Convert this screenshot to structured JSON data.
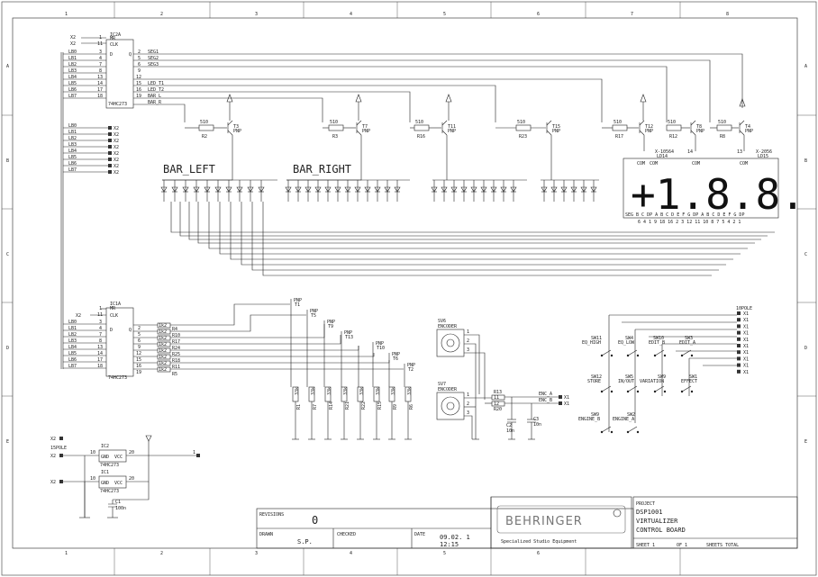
{
  "frame": {
    "cols": [
      "1",
      "2",
      "3",
      "4",
      "5",
      "6",
      "7",
      "8"
    ],
    "rows": [
      "A",
      "B",
      "C",
      "D",
      "E"
    ]
  },
  "ic2a": {
    "ref": "IC2A",
    "part": "74HC273",
    "pins_top": [
      {
        "num": "1",
        "label": "MR"
      },
      {
        "num": "11",
        "label": "CLK"
      }
    ],
    "ports_left": [
      "X2",
      "X2"
    ],
    "inputs": [
      "LB0",
      "LB1",
      "LB2",
      "LB3",
      "LB4",
      "LB5",
      "LB6",
      "LB7"
    ],
    "in_pins": [
      "3",
      "4",
      "7",
      "8",
      "13",
      "14",
      "17",
      "18"
    ],
    "out_pins": [
      "2",
      "5",
      "6",
      "9",
      "12",
      "15",
      "16",
      "19"
    ],
    "outputs": [
      "SEG1",
      "SEG2",
      "SEG3",
      "",
      "LED_T1",
      "LED_T2",
      "BAR_L",
      "BAR_R"
    ],
    "d_label": "D",
    "q_label": "Q"
  },
  "led_bus": {
    "labels": [
      "LB0",
      "LB1",
      "LB2",
      "LB3",
      "LB4",
      "LB5",
      "LB6",
      "LB7"
    ],
    "port": "X2"
  },
  "drivers_top": [
    {
      "r": "R2",
      "rv": "510",
      "t": "T3",
      "tt": "PNP"
    },
    {
      "r": "R3",
      "rv": "510",
      "t": "T7",
      "tt": "PNP"
    },
    {
      "r": "R16",
      "rv": "510",
      "t": "T11",
      "tt": "PNP"
    },
    {
      "r": "R23",
      "rv": "510",
      "t": "T15",
      "tt": "PNP"
    },
    {
      "r": "R17",
      "rv": "510",
      "t": "T12",
      "tt": "PNP"
    },
    {
      "r": "R12",
      "rv": "510",
      "t": "T8",
      "tt": "PNP"
    },
    {
      "r": "R8",
      "rv": "510",
      "t": "T4",
      "tt": "PNP"
    }
  ],
  "bargraph": {
    "left_label": "BAR_LEFT",
    "right_label": "BAR_RIGHT"
  },
  "display": {
    "ref_left": "X-10564",
    "sub_left": "LD14",
    "ref_right": "X-2056",
    "sub_right": "LD15",
    "pins_top": [
      "14",
      "13"
    ],
    "com_labels": [
      "COM",
      "COM",
      "COM",
      "COM"
    ],
    "digits": "+1.8.8.",
    "seg_labels": "SEG B C DP A B C D E F G DP A B C D E F G DP",
    "pin_nums": "6 4 1 9 18 16 2 3 12 11 10 8 7 5 4 2 1"
  },
  "ic1a": {
    "ref": "IC1A",
    "part": "74HC273",
    "pins_top": [
      {
        "num": "1",
        "label": "MR"
      },
      {
        "num": "11",
        "label": "CLK"
      }
    ],
    "port": "X2",
    "inputs": [
      "LB0",
      "LB1",
      "LB2",
      "LB3",
      "LB4",
      "LB5",
      "LB6",
      "LB7"
    ],
    "in_pins": [
      "3",
      "4",
      "7",
      "8",
      "13",
      "14",
      "17",
      "18"
    ],
    "out_pins": [
      "2",
      "5",
      "6",
      "9",
      "12",
      "15",
      "16",
      "19"
    ],
    "res_vals": [
      "1k2",
      "1k2",
      "1k2",
      "1k2",
      "1k2",
      "1k2",
      "1k2",
      "1k2"
    ],
    "res_refs": [
      "R4",
      "R10",
      "R17",
      "R24",
      "R25",
      "R18",
      "R11",
      "R5"
    ],
    "d_label": "D",
    "q_label": "Q"
  },
  "pnp_stack": [
    {
      "t": "T1",
      "tt": "PNP"
    },
    {
      "t": "T5",
      "tt": "PNP"
    },
    {
      "t": "T9",
      "tt": "PNP"
    },
    {
      "t": "T13",
      "tt": "PNP"
    },
    {
      "t": "T10",
      "tt": "PNP"
    },
    {
      "t": "T6",
      "tt": "PNP"
    },
    {
      "t": "T2",
      "tt": "PNP"
    }
  ],
  "pull_res": [
    {
      "val": "33k",
      "ref": "R1"
    },
    {
      "val": "33k",
      "ref": "R7"
    },
    {
      "val": "33k",
      "ref": "R14"
    },
    {
      "val": "33k",
      "ref": "R21"
    },
    {
      "val": "33k",
      "ref": "R22"
    },
    {
      "val": "33k",
      "ref": "R15"
    },
    {
      "val": "33k",
      "ref": "R9"
    },
    {
      "val": "33k",
      "ref": "R6"
    }
  ],
  "encoders": [
    {
      "ref": "SV6",
      "name": "ENCODER",
      "pins": [
        "1",
        "2",
        "3"
      ]
    },
    {
      "ref": "SV7",
      "name": "ENCODER",
      "pins": [
        "1",
        "2",
        "3"
      ]
    }
  ],
  "enc_net": {
    "r_ref": "R13",
    "r_ref2": "R20",
    "c1": "C2",
    "c1v": "10n",
    "c2": "C3",
    "c2v": "10n",
    "pins": [
      "11",
      "12"
    ],
    "sig_a": "ENC_A",
    "sig_b": "ENC_B",
    "port": "X1"
  },
  "switches": [
    {
      "ref": "SW11",
      "name": "EQ_HIGH"
    },
    {
      "ref": "SW4",
      "name": "EQ_LOW"
    },
    {
      "ref": "SW10",
      "name": "EDIT_B"
    },
    {
      "ref": "SW3",
      "name": "EDIT_A"
    },
    {
      "ref": "SW12",
      "name": "STORE"
    },
    {
      "ref": "SW5",
      "name": "IN/OUT"
    },
    {
      "ref": "SW9",
      "name": "VARIATION"
    },
    {
      "ref": "SW1",
      "name": "EFFECT"
    },
    {
      "ref": "SW9",
      "name": "ENGINE_B"
    },
    {
      "ref": "SW2",
      "name": "ENGINE_A"
    }
  ],
  "connector": {
    "ref": "10POLE",
    "pins": [
      "X1",
      "X1",
      "X1",
      "X1",
      "X1",
      "X1",
      "X1",
      "X1",
      "X1",
      "X1"
    ]
  },
  "power": {
    "port_top": "X2",
    "jumper": "15POLE",
    "port_mid": "X2",
    "port_bot": "X2",
    "ic2": {
      "ref": "IC2",
      "part": "74HC273",
      "gnd": "GND",
      "vcc": "VCC",
      "p1": "10",
      "p2": "20"
    },
    "ic1": {
      "ref": "IC1",
      "part": "74HC273",
      "gnd": "GND",
      "vcc": "VCC",
      "p1": "10",
      "p2": "20"
    },
    "cap": {
      "ref": "C1",
      "val": "100n"
    },
    "net_out": "1"
  },
  "titleblock": {
    "revisions_label": "REVISIONS",
    "revision": "0",
    "drawn_label": "DRAWN",
    "drawn": "S.P.",
    "checked_label": "CHECKED",
    "date_label": "DATE",
    "date": "09.02. 1",
    "time": "12:15",
    "logo": "BEHRINGER",
    "tagline": "Specialized Studio Equipment",
    "project_label": "PROJECT",
    "project_lines": [
      "DSP1001",
      "VIRTUALIZER",
      "CONTROL BOARD"
    ],
    "sheet": "SHEET 1",
    "of": "OF 1",
    "sheets_total": "SHEETS TOTAL"
  }
}
